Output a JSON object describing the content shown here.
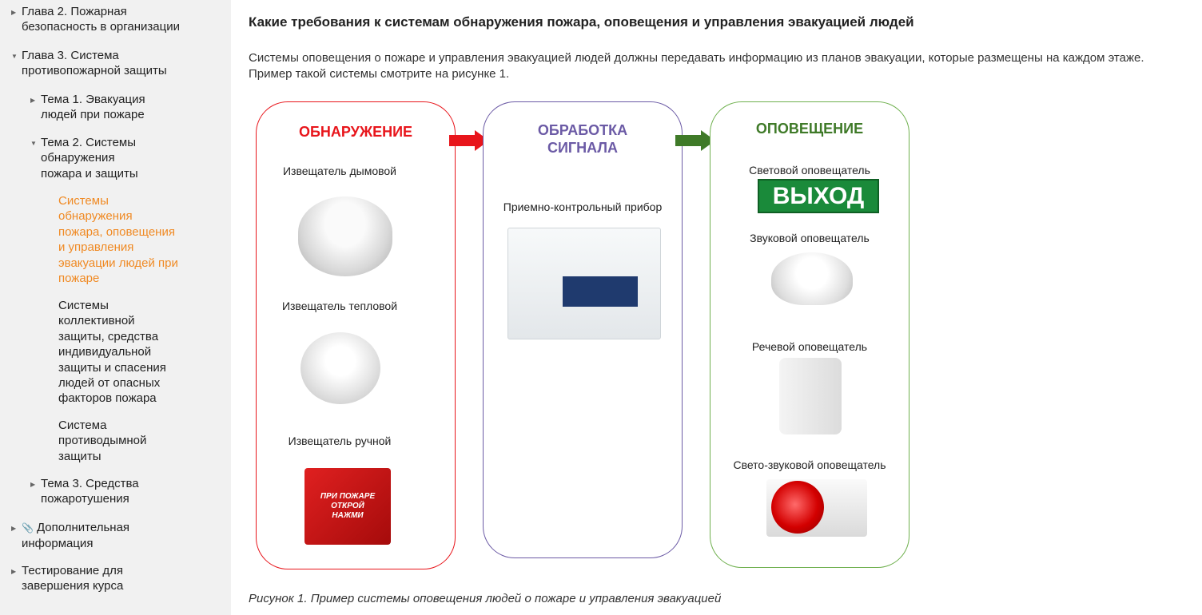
{
  "sidebar": {
    "items": [
      {
        "label_lines": [
          "Глава 2. Пожарная",
          "безопасность в организации"
        ]
      },
      {
        "label_lines": [
          "Глава 3. Система",
          "противопожарной защиты"
        ]
      },
      {
        "label_lines": [
          "Тема 1. Эвакуация",
          "людей при пожаре"
        ]
      },
      {
        "label_lines": [
          "Тема 2. Системы",
          "обнаружения",
          "пожара и защиты"
        ]
      },
      {
        "label_lines": [
          "Системы",
          "обнаружения",
          "пожара, оповещения",
          "и управления",
          "эвакуации людей при",
          "пожаре"
        ]
      },
      {
        "label_lines": [
          "Системы",
          "коллективной",
          "защиты, средства",
          "индивидуальной",
          "защиты и спасения",
          "людей от опасных",
          "факторов пожара"
        ]
      },
      {
        "label_lines": [
          "Система",
          "противодымной",
          "защиты"
        ]
      },
      {
        "label_lines": [
          "Тема 3. Средства",
          "пожаротушения"
        ]
      },
      {
        "label_lines": [
          "Дополнительная",
          "информация"
        ]
      },
      {
        "label_lines": [
          "Тестирование для",
          "завершения курса"
        ]
      }
    ]
  },
  "main": {
    "title": "Какие требования к системам обнаружения пожара, оповещения и управления эвакуацией людей",
    "intro": "Системы оповещения о пожаре и управления эвакуацией людей должны передавать информацию из планов эвакуации, которые размещены на каждом этаже. Пример такой системы смотрите на рисунке 1.",
    "caption": "Рисунок 1. Пример системы  оповещения людей о пожаре и управления эвакуацией"
  },
  "figure": {
    "detection": {
      "title": "ОБНАРУЖЕНИЕ",
      "items": [
        "Извещатель дымовой",
        "Извещатель тепловой",
        "Извещатель ручной"
      ],
      "manual_text": [
        "ПРИ ПОЖАРЕ",
        "ОТКРОЙ",
        "НАЖМИ"
      ]
    },
    "processing": {
      "title_lines": [
        "ОБРАБОТКА",
        "СИГНАЛА"
      ],
      "items": [
        "Приемно-контрольный прибор"
      ]
    },
    "notification": {
      "title": "ОПОВЕЩЕНИЕ",
      "items": [
        "Световой оповещатель",
        "Звуковой оповещатель",
        "Речевой оповещатель",
        "Свето-звуковой оповещатель"
      ],
      "exit_sign": "ВЫХОД"
    },
    "colors": {
      "red": "#e8151b",
      "purple": "#6b5aa5",
      "green": "#3f7a28",
      "accent": "#f08a24"
    }
  }
}
